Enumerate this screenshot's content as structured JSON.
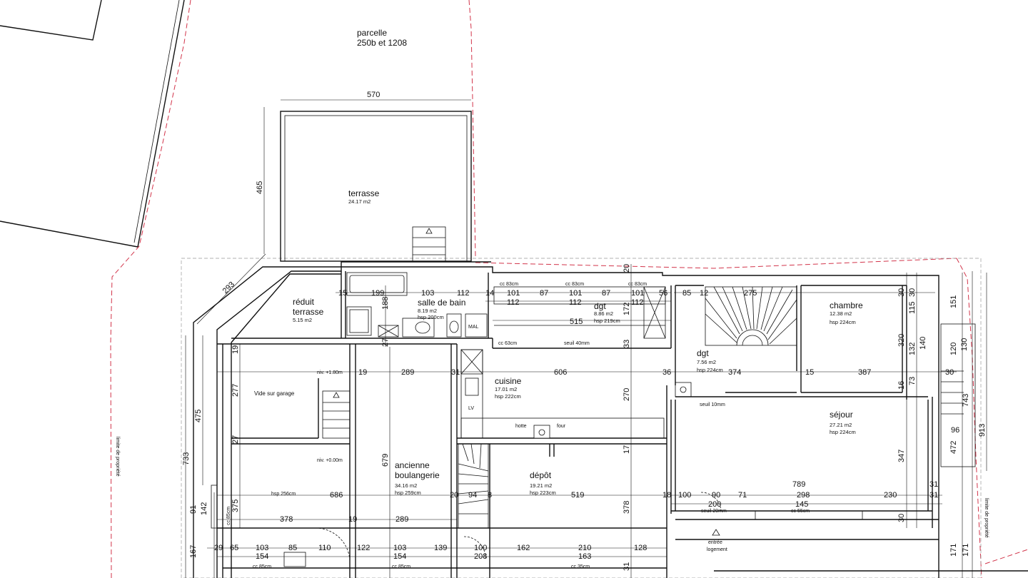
{
  "parcel": {
    "line1": "parcelle",
    "line2": "250b et 1208"
  },
  "property_limit": "limite de propriété",
  "rooms": {
    "terrasse": {
      "name": "terrasse",
      "area": "24.17 m2"
    },
    "reduit": {
      "line1": "réduit",
      "line2": "terrasse",
      "area": "5.15 m2"
    },
    "salle_de_bain": {
      "name": "salle de bain",
      "area": "8.19 m2",
      "height": "hsp 200cm"
    },
    "dgt_1": {
      "name": "dgt",
      "area": "8.86 m2",
      "height": "hsp 219cm"
    },
    "dgt_2": {
      "name": "dgt",
      "area": "7.56 m2",
      "height": "hsp 224cm"
    },
    "chambre": {
      "name": "chambre",
      "area": "12.38 m2",
      "height": "hsp 224cm"
    },
    "vide_garage": {
      "name": "Vide sur garage"
    },
    "cuisine": {
      "name": "cuisine",
      "area": "17.01 m2",
      "height": "hsp 222cm"
    },
    "sejour": {
      "name": "séjour",
      "area": "27.21 m2",
      "height": "hsp 224cm"
    },
    "boulangerie": {
      "line1": "ancienne",
      "line2": "boulangerie",
      "area": "34.16 m2",
      "height": "hsp 259cm"
    },
    "depot": {
      "name": "dépôt",
      "area": "19.21 m2",
      "height": "hsp 223cm"
    }
  },
  "annotations": {
    "mal": "MAL",
    "lv": "LV",
    "hotte": "hotte",
    "four": "four",
    "niv_top": "niv. +1.80m",
    "niv_bottom": "niv. +0.00m",
    "hsp_256": "hsp 256cm",
    "cc_83_a": "cc 83cm",
    "cc_83_b": "cc 83cm",
    "cc_83_c": "cc 83cm",
    "cc_63": "cc 63cm",
    "seuil_40": "seuil 40mm",
    "seuil_10": "seuil 10mm",
    "seuil_20": "seuil 20mm",
    "cc_55": "cc 55cm",
    "cc_85_a": "cc 85cm",
    "cc_85_b": "cc 85cm",
    "cc_85_v": "cc 85cm",
    "cc_35": "cc 35cm",
    "entree_1": "entrée",
    "entree_2": "logement"
  },
  "dimensions": {
    "d570": "570",
    "d465": "465",
    "d293": "293",
    "d20t": "20",
    "d15": "15",
    "d199": "199",
    "d103a": "103",
    "d112a": "112",
    "d14": "14",
    "d101a": "101",
    "d87a": "87",
    "d101b": "101",
    "d87b": "87",
    "d101c": "101",
    "d56": "56",
    "d85a": "85",
    "d12": "12",
    "d275": "275",
    "d30a": "30",
    "d115": "115",
    "d30b": "30",
    "d151": "151",
    "d188": "188",
    "d112b": "112",
    "d112c": "112",
    "d112d": "112",
    "d172": "172",
    "d515": "515",
    "d27a": "27",
    "d33": "33",
    "d320": "320",
    "d132": "132",
    "d140": "140",
    "d120": "120",
    "d130": "130",
    "d19a": "19",
    "d19b": "19",
    "d289a": "289",
    "d31a": "31",
    "d606": "606",
    "d36": "36",
    "d374": "374",
    "d15b": "15",
    "d387": "387",
    "d30c": "30",
    "d73": "73",
    "d16": "16",
    "d743": "743",
    "d277": "277",
    "d475": "475",
    "d733": "733",
    "d270": "270",
    "d96": "96",
    "d913": "913",
    "d27b": "27",
    "d679": "679",
    "d17": "17",
    "d347": "347",
    "d472": "472",
    "d686": "686",
    "d20b": "20",
    "d94": "94",
    "d8": "8",
    "d519": "519",
    "d789": "789",
    "d18": "18",
    "d100a": "100",
    "d90": "90",
    "d71": "71",
    "d298": "298",
    "d230": "230",
    "d31b": "31",
    "d31c": "31",
    "d200": "200",
    "d145": "145",
    "d375": "375",
    "d142": "142",
    "d91": "91",
    "d378a": "378",
    "d19c": "19",
    "d289b": "289",
    "d378b": "378",
    "d30d": "30",
    "d167": "167",
    "d29": "29",
    "d65": "65",
    "d103b": "103",
    "d85b": "85",
    "d110": "110",
    "d122": "122",
    "d103c": "103",
    "d139": "139",
    "d100b": "100",
    "d162": "162",
    "d210": "210",
    "d128": "128",
    "d154a": "154",
    "d154b": "154",
    "d208": "208",
    "d163": "163",
    "d31d": "31",
    "d171a": "171",
    "d171b": "171"
  }
}
